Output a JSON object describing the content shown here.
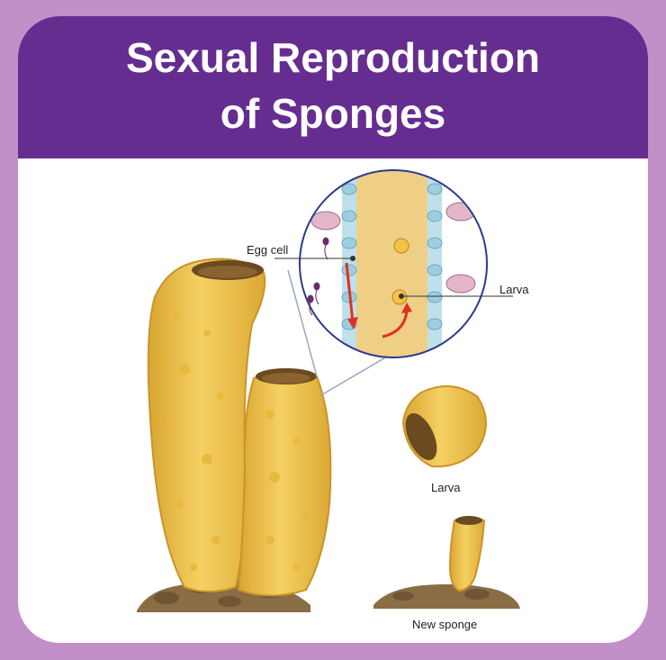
{
  "title": {
    "line1": "Sexual Reproduction",
    "line2": "of Sponges"
  },
  "labels": {
    "egg_cell": "Egg cell",
    "larva_inset": "Larva",
    "larva": "Larva",
    "new_sponge": "New sponge"
  },
  "colors": {
    "background": "#c28fc8",
    "banner": "#662d91",
    "sponge": "#f2c84b",
    "sponge_shade": "#d9a632",
    "soil": "#8a6d45",
    "arrow": "#e0301e",
    "inset_border": "#2e3a8c"
  }
}
